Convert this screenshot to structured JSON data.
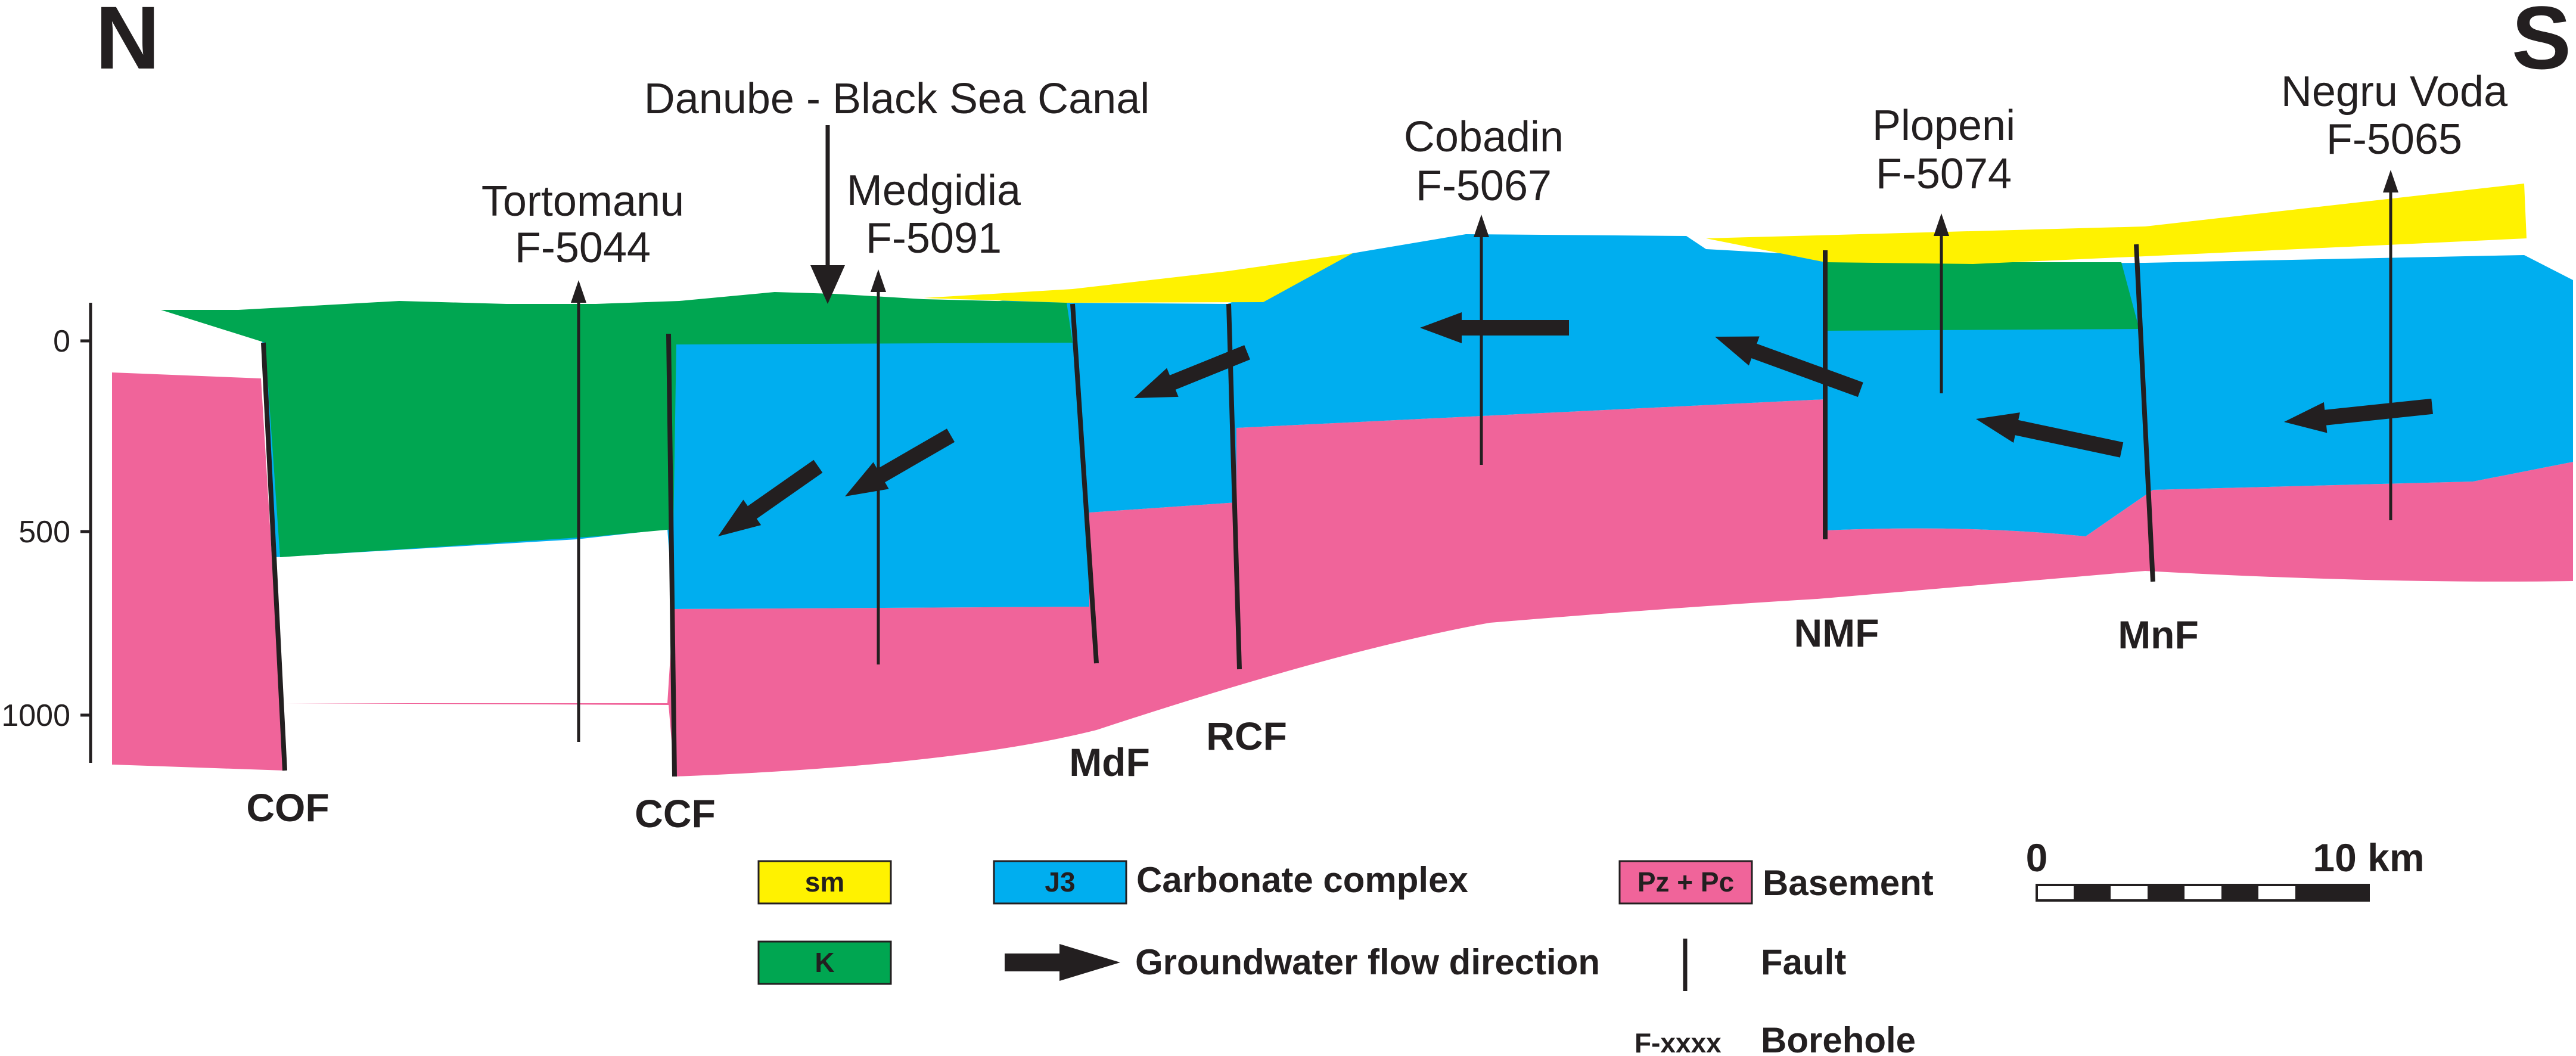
{
  "directions": {
    "north": "N",
    "south": "S"
  },
  "canal": {
    "label": "Danube - Black Sea Canal"
  },
  "boreholes": [
    {
      "name": "Tortomanu",
      "id": "F-5044"
    },
    {
      "name": "Medgidia",
      "id": "F-5091"
    },
    {
      "name": "Cobadin",
      "id": "F-5067"
    },
    {
      "name": "Plopeni",
      "id": "F-5074"
    },
    {
      "name": "Negru Voda",
      "id": "F-5065"
    }
  ],
  "depth_axis": {
    "ticks": [
      "0",
      "500",
      "1000"
    ]
  },
  "faults": [
    "COF",
    "CCF",
    "MdF",
    "RCF",
    "NMF",
    "MnF"
  ],
  "legend": {
    "sm": {
      "code": "sm",
      "color": "#fff200"
    },
    "k": {
      "code": "K",
      "color": "#00a651"
    },
    "j3": {
      "code": "J3",
      "label": "Carbonate complex",
      "color": "#00aeef"
    },
    "basement": {
      "code": "Pz + Pc",
      "label": "Basement",
      "color": "#f0649a"
    },
    "flow": {
      "label": "Groundwater flow direction"
    },
    "fault": {
      "label": "Fault"
    },
    "borehole": {
      "code": "F-xxxx",
      "label": "Borehole"
    }
  },
  "scale_bar": {
    "start": "0",
    "end": "10 km"
  }
}
